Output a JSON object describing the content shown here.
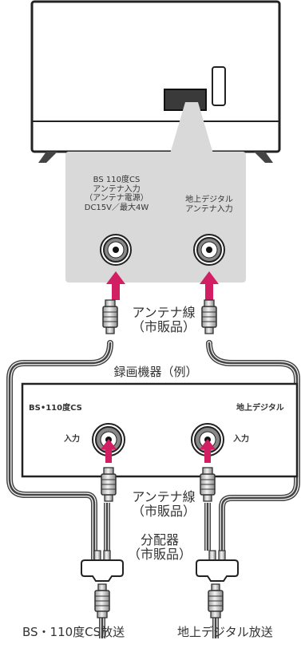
{
  "panel": {
    "left_label": [
      "BS 110度CS",
      "アンテナ入力",
      "（アンテナ電源）",
      "DC15V／最大4W"
    ],
    "right_label": [
      "地上デジタル",
      "アンテナ入力"
    ]
  },
  "cable_upper": [
    "アンテナ線",
    "（市販品）"
  ],
  "recorder": {
    "title": "録画機器（例）",
    "left_name": "BS•110度CS",
    "left_input": "入力",
    "right_name": "地上デジタル",
    "right_input": "入力"
  },
  "cable_lower": [
    "アンテナ線",
    "（市販品）"
  ],
  "splitter": [
    "分配器",
    "（市販品）"
  ],
  "bottom": {
    "left": "BS・110度CS放送",
    "right": "地上デジタル放送"
  },
  "colors": {
    "arrow": "#d21e63",
    "panel": "#d9d9d9",
    "tv_stroke": "#222222"
  }
}
